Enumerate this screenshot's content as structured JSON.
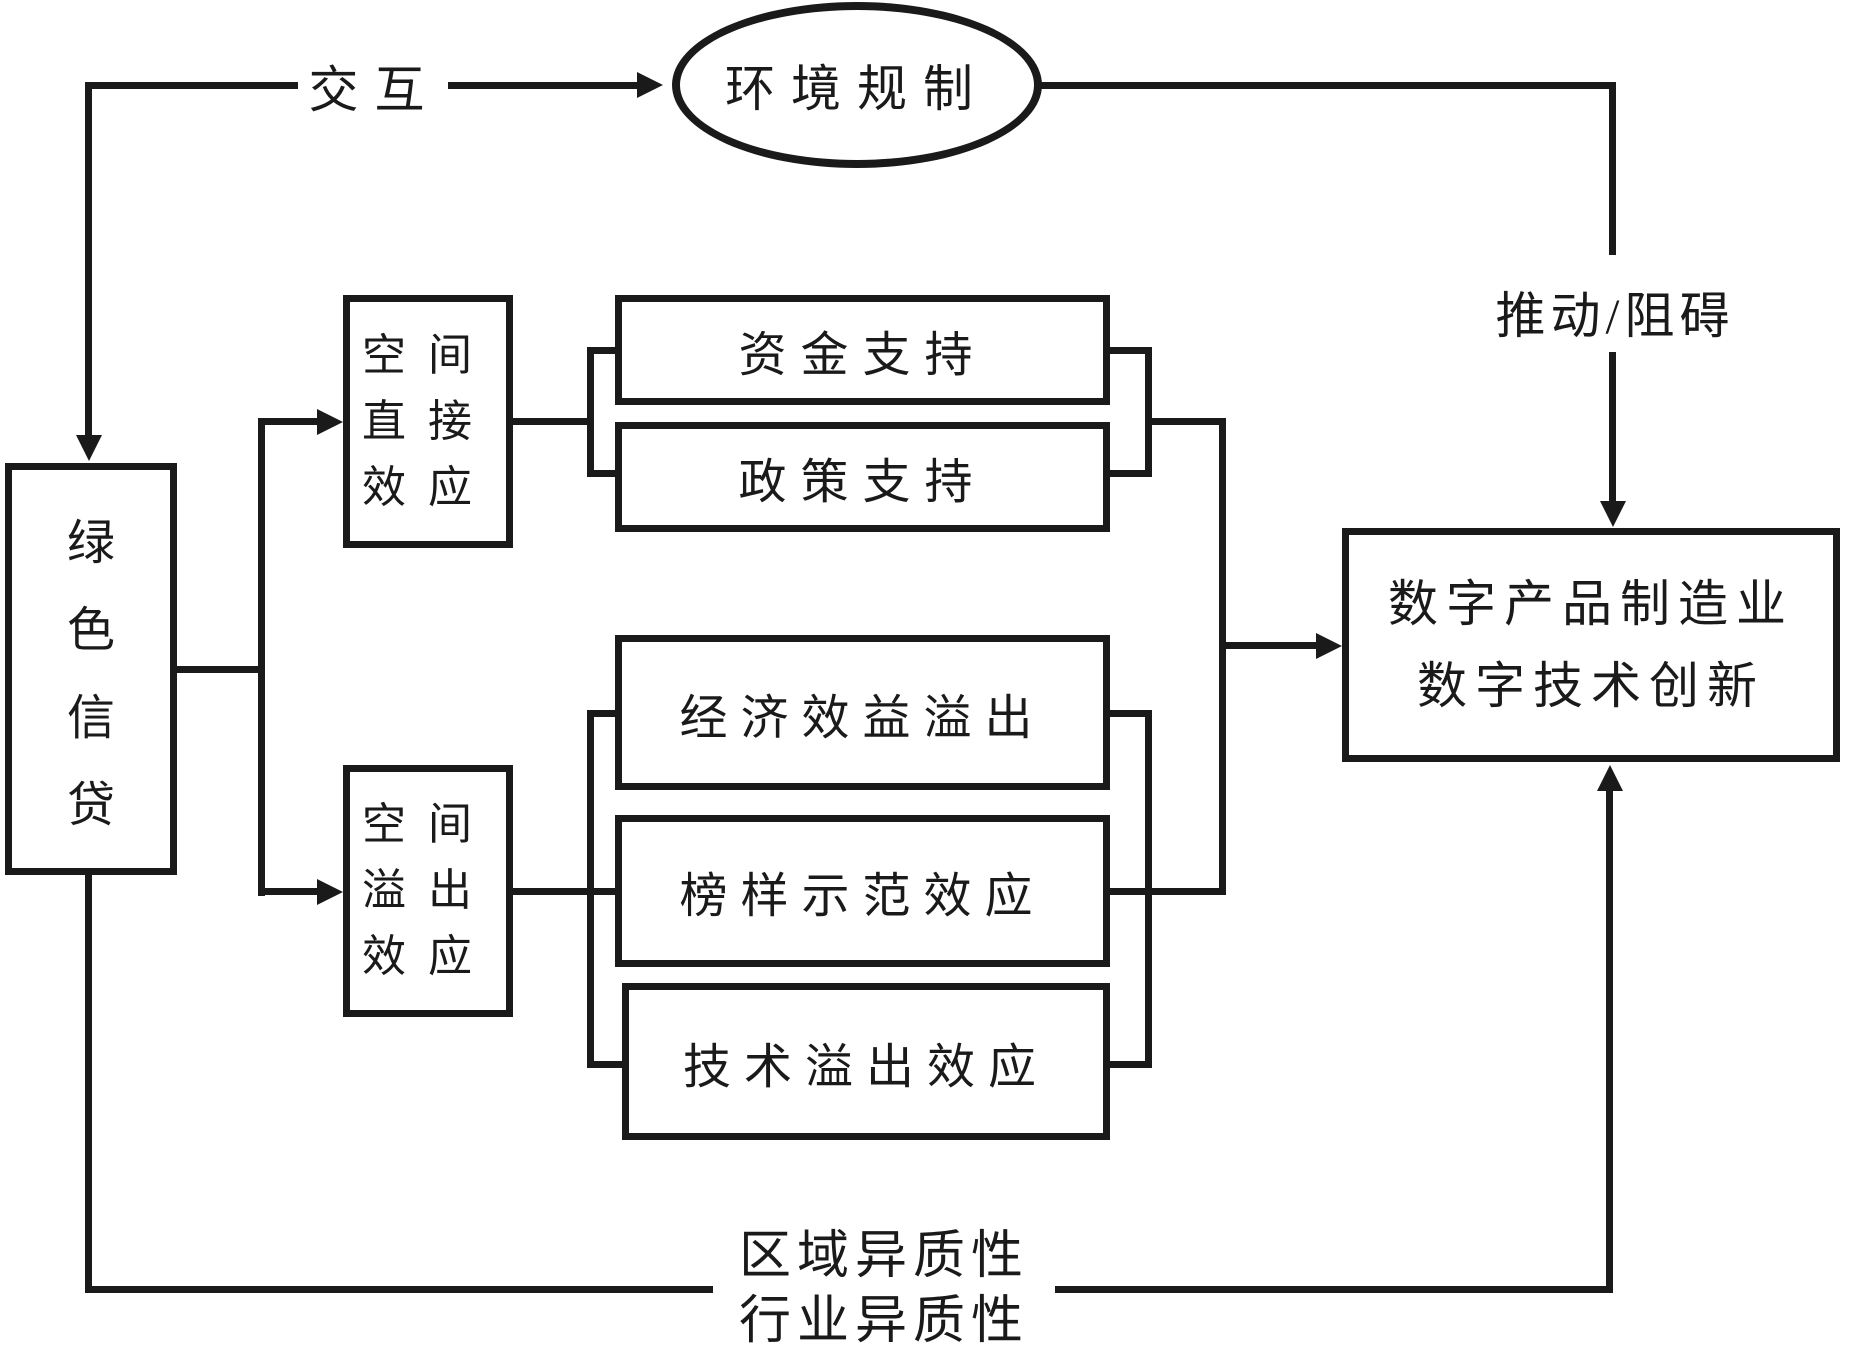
{
  "diagram": {
    "ellipse": {
      "label": "环境规制"
    },
    "green_credit": {
      "chars": [
        "绿",
        "色",
        "信",
        "贷"
      ]
    },
    "direct_effect": {
      "lines": [
        "空间",
        "直接",
        "效应"
      ]
    },
    "spillover_effect": {
      "lines": [
        "空间",
        "溢出",
        "效应"
      ]
    },
    "capital_support": {
      "label": "资金支持"
    },
    "policy_support": {
      "label": "政策支持"
    },
    "economic_spillover": {
      "label": "经济效益溢出"
    },
    "role_model_effect": {
      "label": "榜样示范效应"
    },
    "tech_spillover": {
      "label": "技术溢出效应"
    },
    "digital_innovation": {
      "lines": [
        "数字产品制造业",
        "数字技术创新"
      ]
    },
    "edge_labels": {
      "interaction": "交互",
      "promote_hinder": "推动/阻碍",
      "regional_heterogeneity": "区域异质性",
      "industry_heterogeneity": "行业异质性"
    },
    "colors": {
      "stroke": "#1a1a1a",
      "background": "#ffffff"
    }
  }
}
